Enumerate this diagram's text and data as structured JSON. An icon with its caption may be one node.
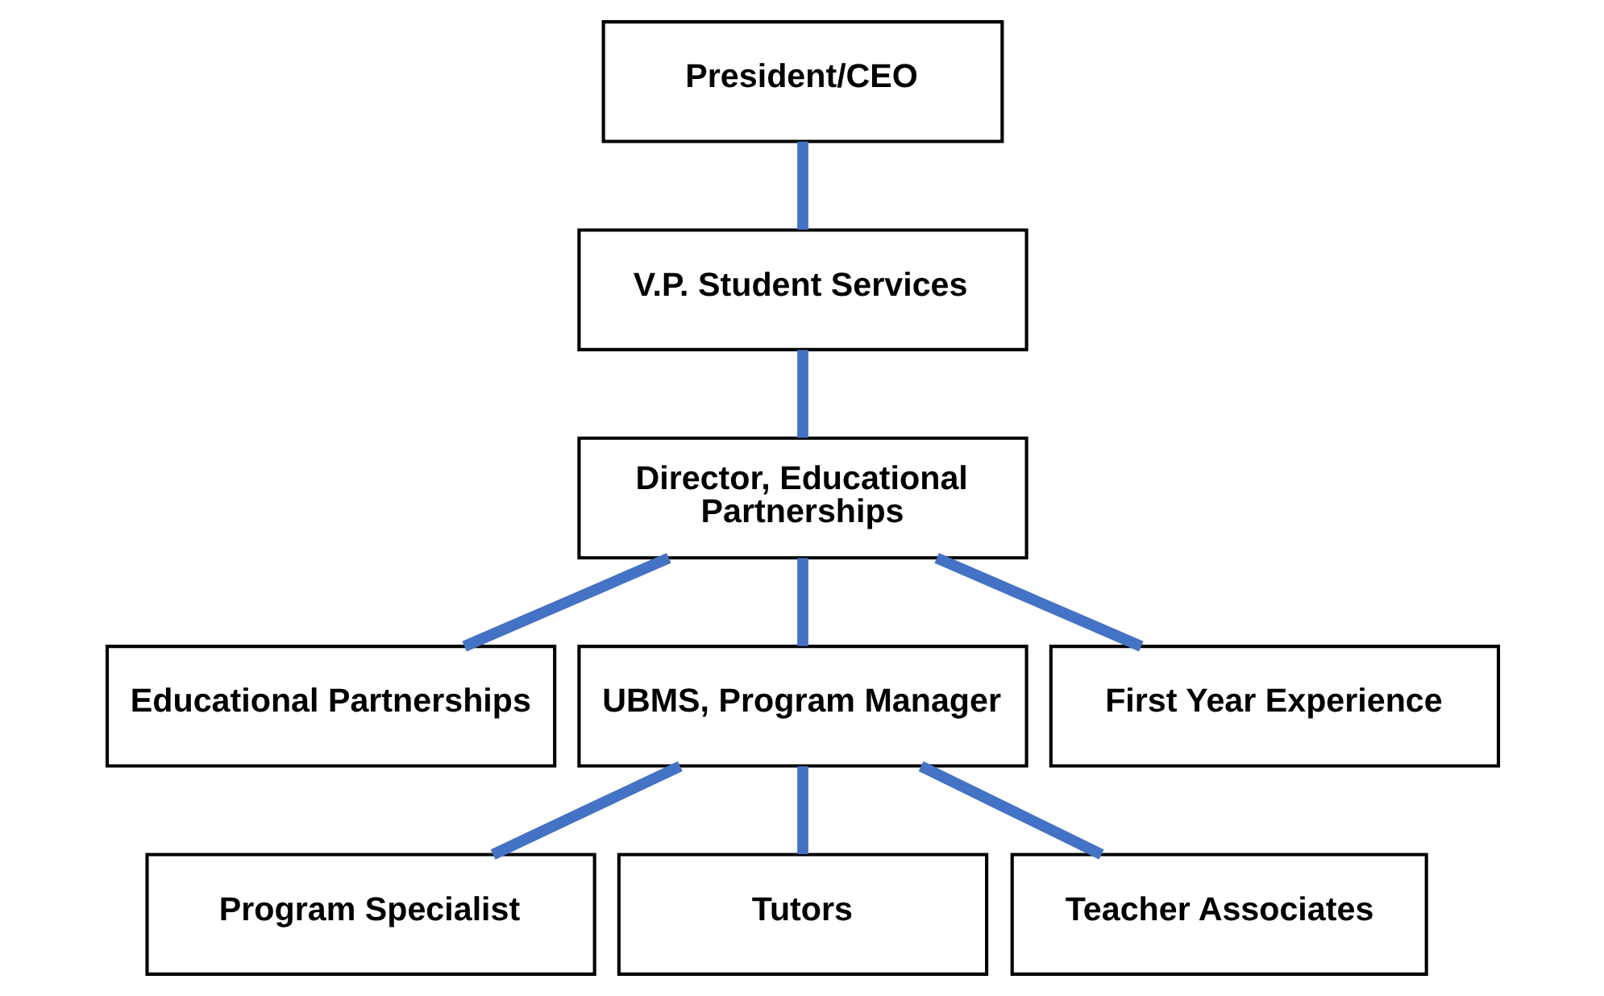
{
  "diagram": {
    "nodes": [
      {
        "text": [
          "President/CEO"
        ]
      },
      {
        "text": [
          "V.P. Student Services"
        ]
      },
      {
        "text": [
          "Director, Educational Partnerships"
        ]
      },
      {
        "text": [
          "Educational Partnerships"
        ]
      },
      {
        "text": [
          "UBMS, Program Manager"
        ]
      },
      {
        "text": [
          "First Year Experience"
        ]
      },
      {
        "text": [
          "Program Specialist"
        ]
      },
      {
        "text": [
          "Tutors"
        ]
      },
      {
        "text": [
          "Teacher Associates"
        ]
      }
    ],
    "edges": [
      {
        "from": 0,
        "to": 1,
        "arrow": "none"
      },
      {
        "from": 1,
        "to": 2,
        "arrow": "none"
      },
      {
        "from": 2,
        "to": 3,
        "arrow": "none"
      },
      {
        "from": 2,
        "to": 4,
        "arrow": "none"
      },
      {
        "from": 2,
        "to": 5,
        "arrow": "none"
      },
      {
        "from": 4,
        "to": 6,
        "arrow": "none"
      },
      {
        "from": 4,
        "to": 7,
        "arrow": "none"
      },
      {
        "from": 4,
        "to": 8,
        "arrow": "none"
      }
    ]
  }
}
